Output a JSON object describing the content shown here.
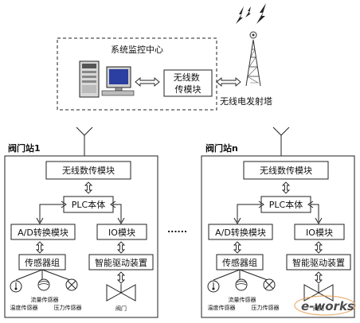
{
  "center": {
    "title": "系统监控中心",
    "wireless_module": "无线数\n传模块",
    "tower_label": "无线电发射塔"
  },
  "stations": [
    {
      "title": "阀门站1",
      "wireless_module": "无线数传模块",
      "plc": "PLC本体",
      "ad_module": "A/D转换模块",
      "io_module": "IO模块",
      "sensor_group": "传感器组",
      "drive": "智能驱动装置",
      "sensor_labels": [
        "流量传感器",
        "温度传感器",
        "压力传感器"
      ],
      "valve_label": "阀门"
    },
    {
      "title": "阀门站n",
      "wireless_module": "无线数传模块",
      "plc": "PLC本体",
      "ad_module": "A/D转换模块",
      "io_module": "IO模块",
      "sensor_group": "传感器组",
      "drive": "智能驱动装置",
      "sensor_labels": [
        "流量传感器",
        "温度传感器",
        "压力传感器"
      ],
      "valve_label": "阀门"
    }
  ],
  "ellipsis": "......",
  "watermark": "e-works",
  "colors": {
    "watermark": "#e59a4a",
    "stroke": "#222222",
    "monitor_screen": "#2a3fa0"
  }
}
